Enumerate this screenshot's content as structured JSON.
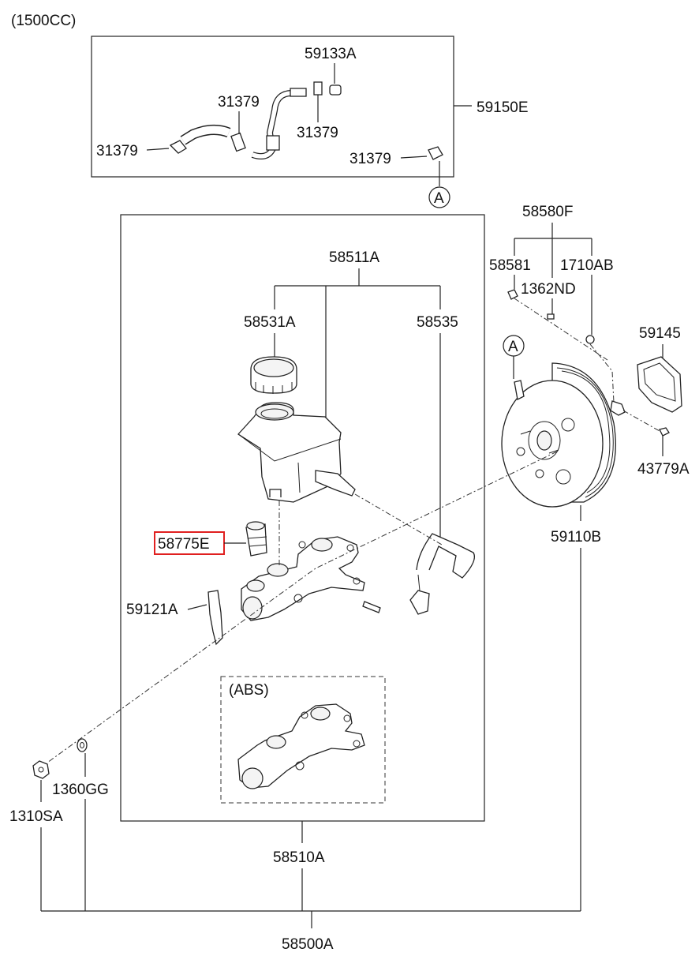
{
  "variant_label": "(1500CC)",
  "abs_label": "(ABS)",
  "callout_letter": "A",
  "highlight_color": "#e02020",
  "labels": {
    "p59133A": "59133A",
    "p31379_a": "31379",
    "p31379_b": "31379",
    "p31379_c": "31379",
    "p31379_d": "31379",
    "p59150E": "59150E",
    "p58580F": "58580F",
    "p58581": "58581",
    "p1710AB": "1710AB",
    "p1362ND": "1362ND",
    "p58511A": "58511A",
    "p58531A": "58531A",
    "p58535": "58535",
    "p59145": "59145",
    "p43779A": "43779A",
    "p58775E": "58775E",
    "p59110B": "59110B",
    "p59121A": "59121A",
    "p1360GG": "1360GG",
    "p1310SA": "1310SA",
    "p58510A": "58510A",
    "p58500A": "58500A"
  }
}
